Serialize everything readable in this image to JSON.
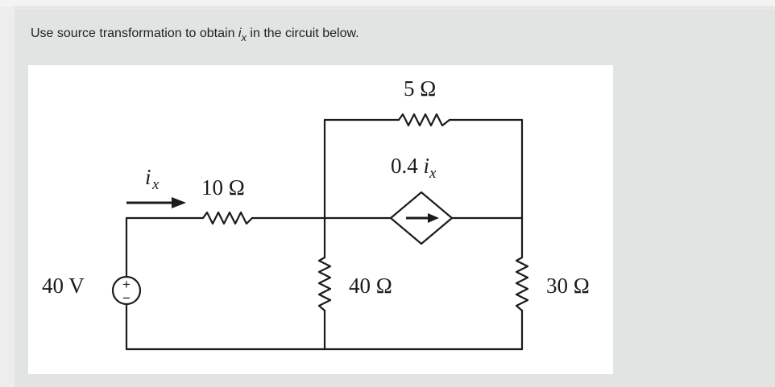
{
  "question": {
    "prefix": "Use source transformation to obtain ",
    "var": "i",
    "sub": "x",
    "suffix": " in the circuit below."
  },
  "circuit": {
    "source_value": "40 V",
    "source_plus": "+",
    "source_minus": "−",
    "current_symbol": "i",
    "current_sub": "x",
    "r10": "10 Ω",
    "r5": "5 Ω",
    "r40": "40 Ω",
    "r30": "30 Ω",
    "dep_coeff": "0.4 ",
    "dep_var": "i",
    "dep_sub": "x"
  }
}
